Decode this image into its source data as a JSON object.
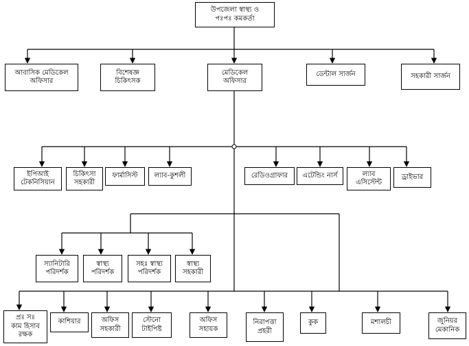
{
  "nodes": {
    "root": "উপজেলা স্বাস্থ্য ও\nপঃপঃ কমকর্তা",
    "resident_mo": "আবাসিক মেডিকেল\nঅফিসার",
    "specialist": "বিশেষজ্ঞ\nচিকিৎসক",
    "medical_officer": "মেডিকেল\nঅফিসার",
    "dental_surgeon": "ডেন্টাল সার্জন",
    "asst_surgeon": "সহকারী সার্জন",
    "epi_tech": "ইপিআই\nটেকনিসিয়ান",
    "medical_asst": "চিকিৎসা\nসহকারী",
    "pharmacist": "ফার্মাসিস্ট",
    "lab_kushali": "ল্যাব-কুশলী",
    "radiographer": "রেডিওগ্রাফার",
    "attending_nurse": "এটেন্ডিং নার্স",
    "lab_asst": "ল্যাব\nএসিস্টেন্ট",
    "driver": "ড্রাইভার",
    "sanitary_inspector": "স্যানিটারি\nপরিদর্শক",
    "health_inspector": "স্বাস্থ্য\nপরিদর্শক",
    "asst_health_inspector": "সহঃ স্বাস্থ্য\nপরিদর্শক",
    "health_asst": "স্বাস্থ্য\nসহকারী",
    "accountant": "প্রঃ সঃ\nকাম হিসাব\nরক্ষক",
    "cashier": "কাশিয়ার",
    "office_asst": "অফিস\nসহকারী",
    "steno_typist": "স্টেনো\nটাইপিষ্ট",
    "office_helper": "অফিস\nসহায়ক",
    "security_guard": "নিরাপত্তা\nপ্রহরী",
    "cook": "কুক",
    "masalchi": "মশালচী",
    "junior_mechanic": "জুনিয়র\nমেকানিক"
  }
}
